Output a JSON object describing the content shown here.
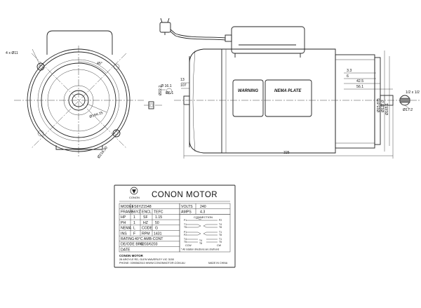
{
  "front_view": {
    "dims": {
      "angle": "45°",
      "hole": "4 x Ø11",
      "pcd": "Ø184.15",
      "bcd": "Ø216.00"
    }
  },
  "shaft_detail": {
    "dims": {
      "d1": "Ø22.2",
      "d2": "Ø6.1",
      "v": "Ø 16.1"
    }
  },
  "side_view": {
    "warning_label": "WARNING",
    "nema_label": "NEMA PLATE",
    "dims": {
      "length": "325",
      "d_3_3": "3.3",
      "d_6": "6",
      "d_42_5": "42.5",
      "d_56_1": "56.1",
      "d_13": "13",
      "d_107": "107",
      "shaft_dia": "Ø15.875",
      "d_127": "Ø127.0",
      "d_1651": "Ø165.1"
    }
  },
  "key_detail": {
    "dims": {
      "key": "1/2 x 1/2",
      "d17": "Ø17.2"
    }
  },
  "nameplate": {
    "logo_text": "CONON",
    "title": "CONON  MOTOR",
    "rows_left": [
      [
        [
          "MODEL",
          "FS6YZ1548"
        ]
      ],
      [
        [
          "FRAME",
          "56YZ"
        ],
        [
          "ENCL",
          "TEFC"
        ]
      ],
      [
        [
          "HP",
          "1"
        ],
        [
          "SF",
          "1.15"
        ]
      ],
      [
        [
          "PH",
          "1"
        ],
        [
          "HZ",
          "50"
        ]
      ],
      [
        [
          "NEMA",
          "L"
        ],
        [
          "CODE",
          "G"
        ]
      ],
      [
        [
          "INS",
          "F"
        ],
        [
          "RPM",
          "1431"
        ]
      ],
      [
        [
          "RATING",
          "40°C  AMB-CONT"
        ]
      ],
      [
        [
          "DE/ODE BRG",
          "6203/6203"
        ]
      ],
      [
        [
          "DATE",
          ""
        ]
      ]
    ],
    "volts_label": "VOLTS",
    "volts": "240",
    "amps_label": "AMPS",
    "amps": "4.3",
    "connection_title": "CONNECTION",
    "term_labels": [
      "P1",
      "P2",
      "T1",
      "T5",
      "T4",
      "T8",
      "P1",
      "P2",
      "T1",
      "T8",
      "T4",
      "T5",
      "T1",
      "T5",
      "T4",
      "T8"
    ],
    "rotation_labels": [
      "CCW",
      "CW"
    ],
    "connection_note": "* All rotation directions are shaft end",
    "company": "CONON MOTOR",
    "address": "28 ARGYLE RD, GLEN WAVERLEY VIC 3150",
    "contact": "PHONE: 0390562510 WWW.CONONMOTOR.COM.AU",
    "made_in": "MADE IN CHINA"
  }
}
